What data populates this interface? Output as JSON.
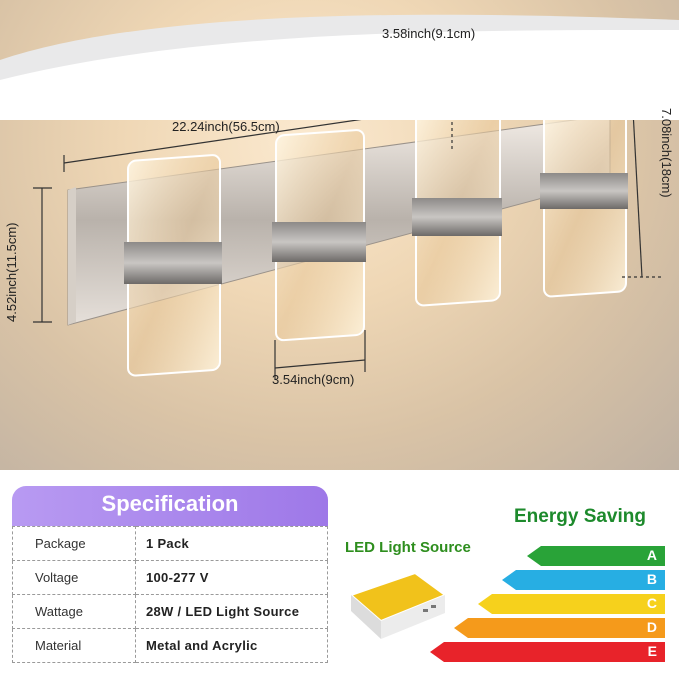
{
  "dimensions": {
    "width_total": "22.24inch(56.5cm)",
    "gap": "3.58inch(9.1cm)",
    "height_left": "4.52inch(11.5cm)",
    "height_right": "7.08inch(18cm)",
    "shade_width": "3.54inch(9cm)"
  },
  "spec": {
    "title": "Specification",
    "rows": [
      {
        "key": "Package",
        "value": "1 Pack"
      },
      {
        "key": "Voltage",
        "value": "100-277 V"
      },
      {
        "key": "Wattage",
        "value": "28W / LED Light Source"
      },
      {
        "key": "Material",
        "value": "Metal and Acrylic"
      }
    ]
  },
  "energy": {
    "title": "Energy Saving",
    "led_label": "LED Light Source",
    "grades": [
      {
        "label": "A",
        "color": "#29a338"
      },
      {
        "label": "B",
        "color": "#27aee3"
      },
      {
        "label": "C",
        "color": "#f6d11c"
      },
      {
        "label": "D",
        "color": "#f59a1b"
      },
      {
        "label": "E",
        "color": "#e8232a"
      }
    ]
  }
}
